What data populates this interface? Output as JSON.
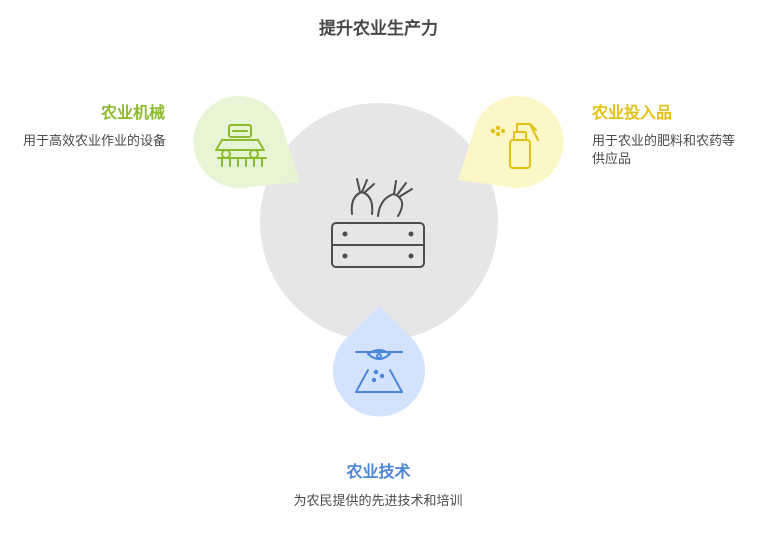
{
  "title": "提升农业生产力",
  "colors": {
    "center_circle": "#e6e6e6",
    "center_icon": "#4d4d4d",
    "machinery_fill": "#e8f5d4",
    "machinery_accent": "#8dbb2f",
    "inputs_fill": "#fdf7c8",
    "inputs_accent": "#e2c014",
    "tech_fill": "#d3e2fd",
    "tech_accent": "#4a86d9"
  },
  "center": {
    "icon": "vegetable-crate-icon"
  },
  "nodes": [
    {
      "key": "machinery",
      "heading": "农业机械",
      "description": "用于高效农业作业的设备",
      "icon": "tractor-machinery-icon"
    },
    {
      "key": "inputs",
      "heading": "农业投入品",
      "description": "用于农业的肥料和农药等供应品",
      "icon": "spray-bottle-icon"
    },
    {
      "key": "tech",
      "heading": "农业技术",
      "description": "为农民提供的先进技术和培训",
      "icon": "drone-seeding-icon"
    }
  ]
}
